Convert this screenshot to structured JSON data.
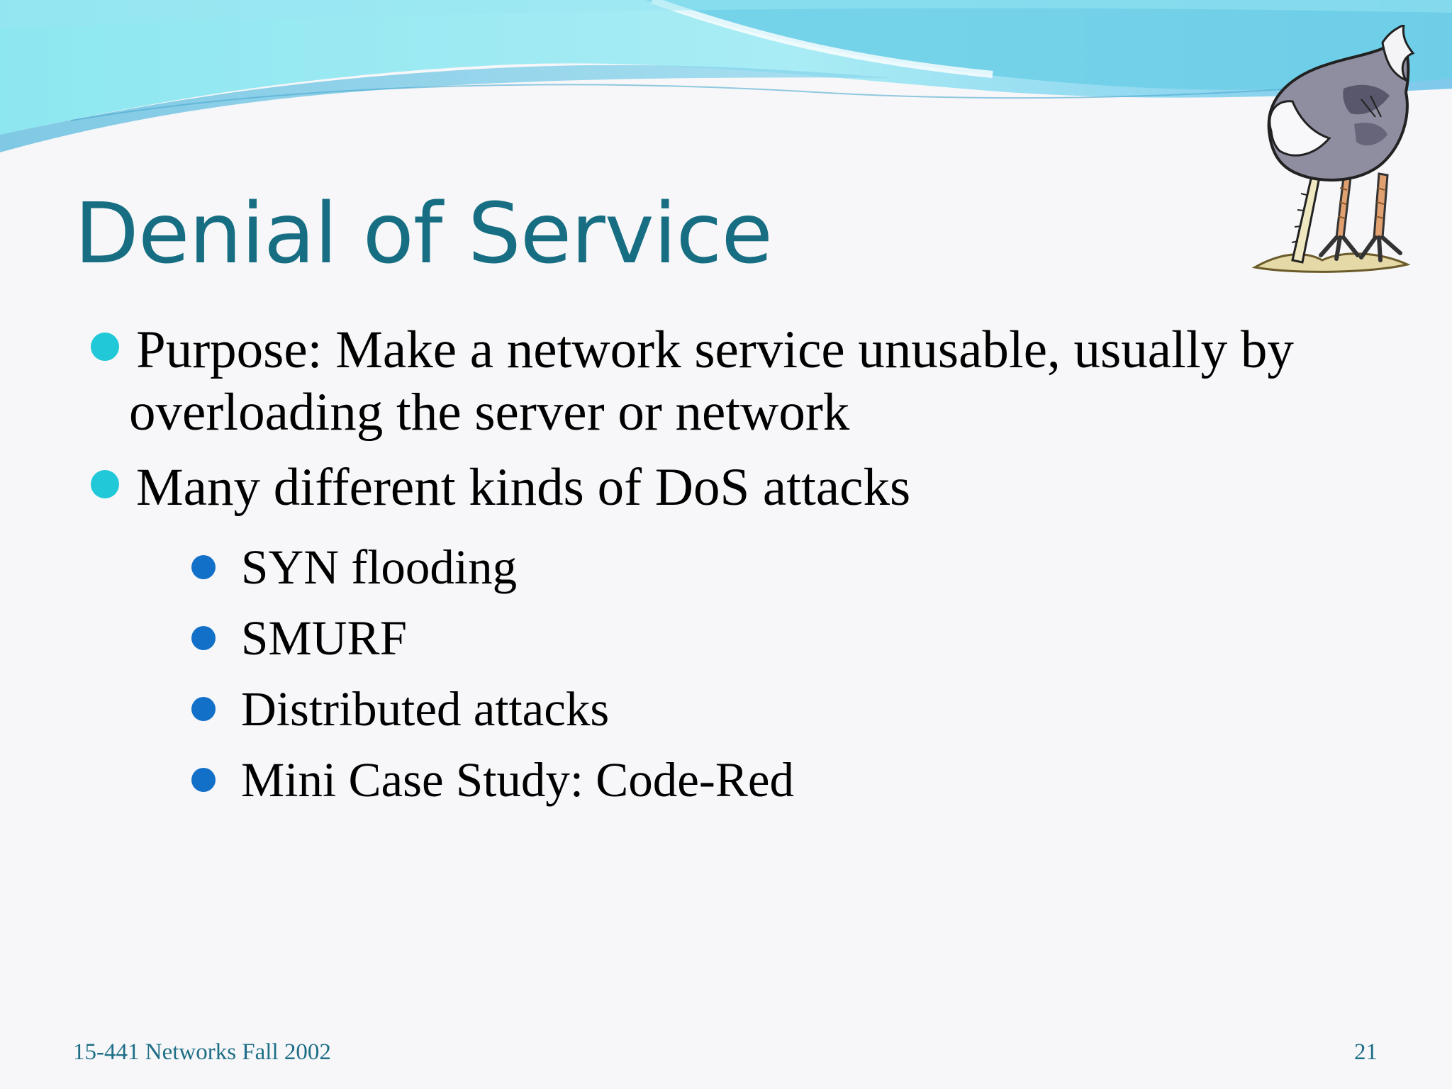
{
  "slide": {
    "title": "Denial of Service",
    "bullets": [
      {
        "line1": "Purpose: Make a network service unusable, usually by",
        "line2": "overloading the server or network"
      },
      {
        "line1": "Many different kinds of DoS attacks"
      }
    ],
    "sub_bullets": [
      "SYN flooding",
      "SMURF",
      "Distributed attacks",
      "Mini Case Study: Code-Red"
    ],
    "footer_left": "15-441 Networks Fall 2002",
    "page_number": "21"
  },
  "colors": {
    "title": "#176e82",
    "bullet_primary": "#21c9d8",
    "bullet_secondary": "#1370c8",
    "footer": "#1d6e86",
    "wave_dark": "#6fd6e9",
    "wave_light": "#bfeff6"
  },
  "icons": {
    "illustration": "ostrich-head-in-sand-clipart"
  }
}
